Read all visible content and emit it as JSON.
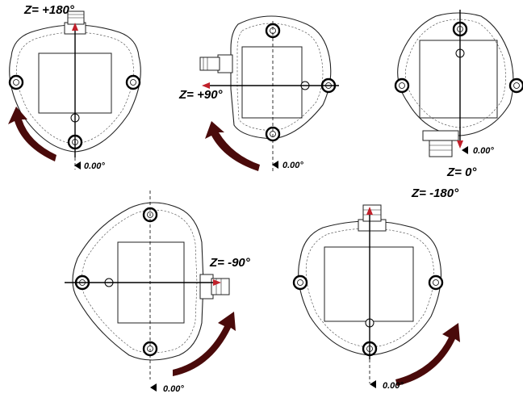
{
  "labels": {
    "z_plus_180": "Z= +180°",
    "z_plus_90": "Z= +90°",
    "z_0": "Z= 0°",
    "z_minus_90": "Z= -90°",
    "z_minus_180": "Z= -180°",
    "zero_ref": "0.00°"
  },
  "colors": {
    "axis_arrow": "#c0202a",
    "rotation_arrow": "#4a0a0a",
    "outline": "#222222"
  }
}
